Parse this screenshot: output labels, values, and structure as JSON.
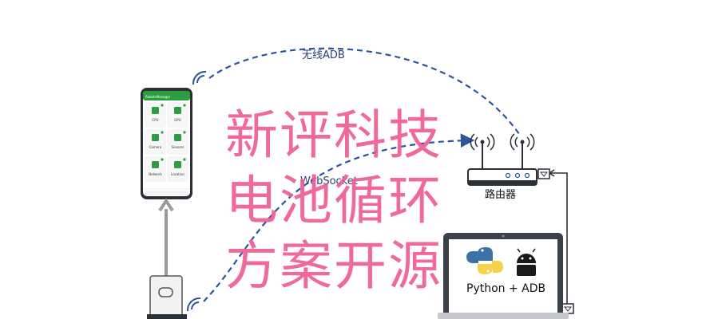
{
  "labels": {
    "wireless_adb": "无线ADB",
    "websocket": "WebSocket",
    "router": "路由器",
    "laptop": "Python + ADB"
  },
  "headline": {
    "line1": "新评科技",
    "line2": "电池循环",
    "line3": "方案开源"
  },
  "phone": {
    "app_title": "RobotsManager",
    "tiles": [
      "CPU",
      "GPU",
      "Camera",
      "Sensors",
      "Network",
      "Location"
    ]
  },
  "colors": {
    "dashed_link": "#2f5597",
    "headline": "#ef5d94",
    "app_green": "#2e9d3f",
    "device_dark": "#3a3f48",
    "cable": "#9a9a9a"
  },
  "icons": [
    "wifi-signal-icon",
    "router-icon",
    "python-icon",
    "android-icon",
    "usb-port-icon",
    "usb-plug-icon"
  ]
}
